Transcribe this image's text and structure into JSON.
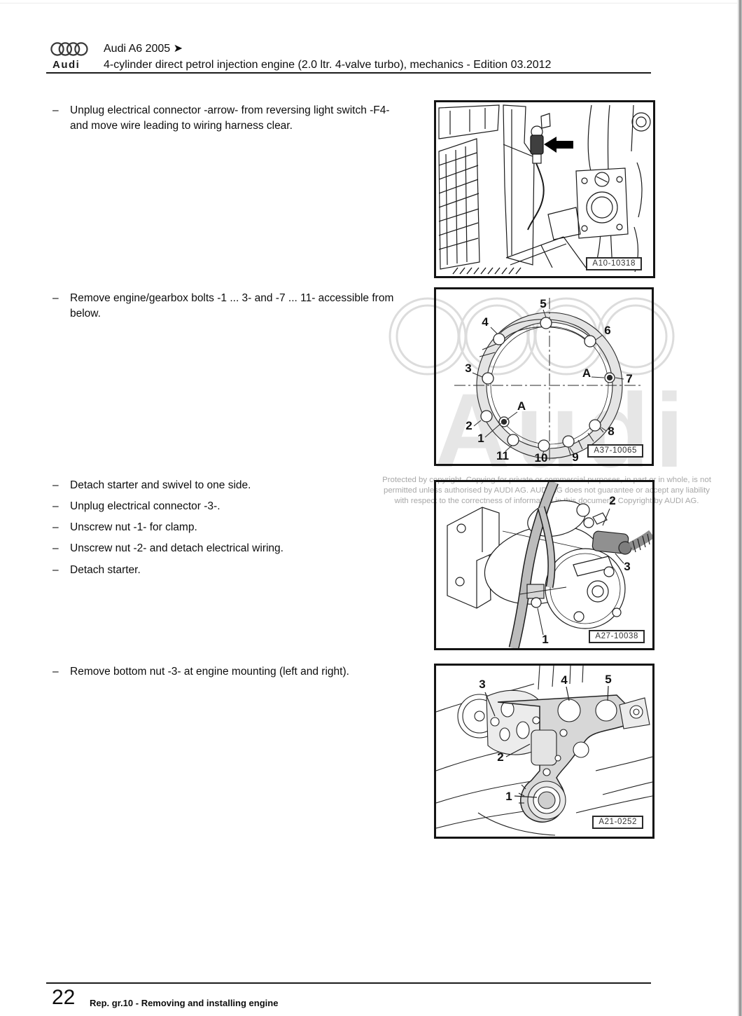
{
  "header": {
    "line1": "Audi A6 2005 ➤",
    "line2": "4-cylinder direct petrol injection engine (2.0 ltr. 4-valve turbo), mechanics - Edition 03.2012",
    "wordmark": "Audi"
  },
  "list": {
    "marker": "–"
  },
  "steps": [
    "Unplug electrical connector -arrow- from reversing light switch -F4- and move wire leading to wiring harness clear.",
    "Remove engine/gearbox bolts -1 ... 3- and -7 ... 11- accessible from below.",
    "Detach starter and swivel to one side.",
    "Unplug electrical connector -3-.",
    "Unscrew nut -1- for clamp.",
    "Unscrew nut -2- and detach electrical wiring.",
    "Detach starter.",
    "Remove bottom nut -3- at engine mounting (left and right)."
  ],
  "figures": {
    "fig1": {
      "id": "A10-10318"
    },
    "fig2": {
      "id": "A37-10065",
      "callouts": {
        "n1": "1",
        "n2": "2",
        "n3": "3",
        "n4": "4",
        "n5": "5",
        "n6": "6",
        "n7": "7",
        "n8": "8",
        "n9": "9",
        "n10": "10",
        "n11": "11",
        "a_right": "A",
        "a_lower": "A"
      }
    },
    "fig3": {
      "id": "A27-10038",
      "callouts": {
        "n1": "1",
        "n2": "2",
        "n3": "3"
      }
    },
    "fig4": {
      "id": "A21-0252",
      "callouts": {
        "n1": "1",
        "n2": "2",
        "n3": "3",
        "n4": "4",
        "n5": "5"
      }
    }
  },
  "watermark": {
    "brand": "Audi",
    "copyright": {
      "line1": "Protected by copyright. Copying for private or commercial purposes, in part or in whole, is not",
      "line2": "permitted unless authorised by AUDI AG. AUDI AG does not guarantee or accept any liability",
      "line3": "with respect to the correctness of information in this document. Copyright by AUDI AG."
    }
  },
  "footer": {
    "page_number": "22",
    "caption": "Rep. gr.10 - Removing and installing engine"
  }
}
